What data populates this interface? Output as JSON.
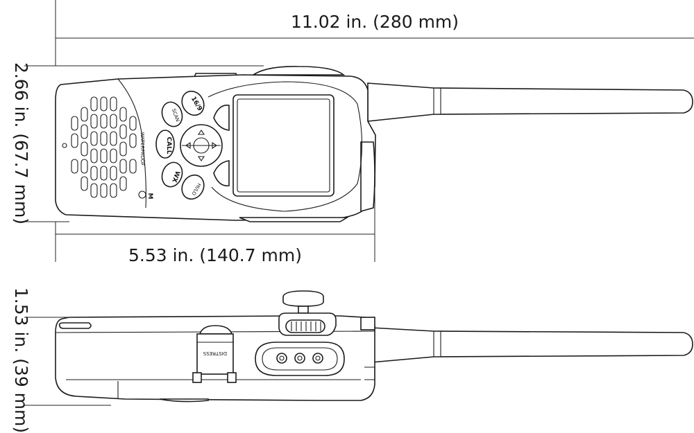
{
  "dimensions": {
    "total_length": "11.02 in. (280 mm)",
    "height_front": "2.66 in. (67.7 mm)",
    "body_length": "5.53 in. (140.7 mm)",
    "depth_side": "1.53 in. (39 mm)"
  },
  "keypad": {
    "key_16_9": "16/9",
    "key_scan": "SCAN",
    "key_call": "CALL",
    "key_wx": "WX",
    "key_hi_lo": "HI/LO",
    "mark_m": "M"
  },
  "labels": {
    "waterproof": "WATERPROOF",
    "distress": "DISTRESS"
  }
}
